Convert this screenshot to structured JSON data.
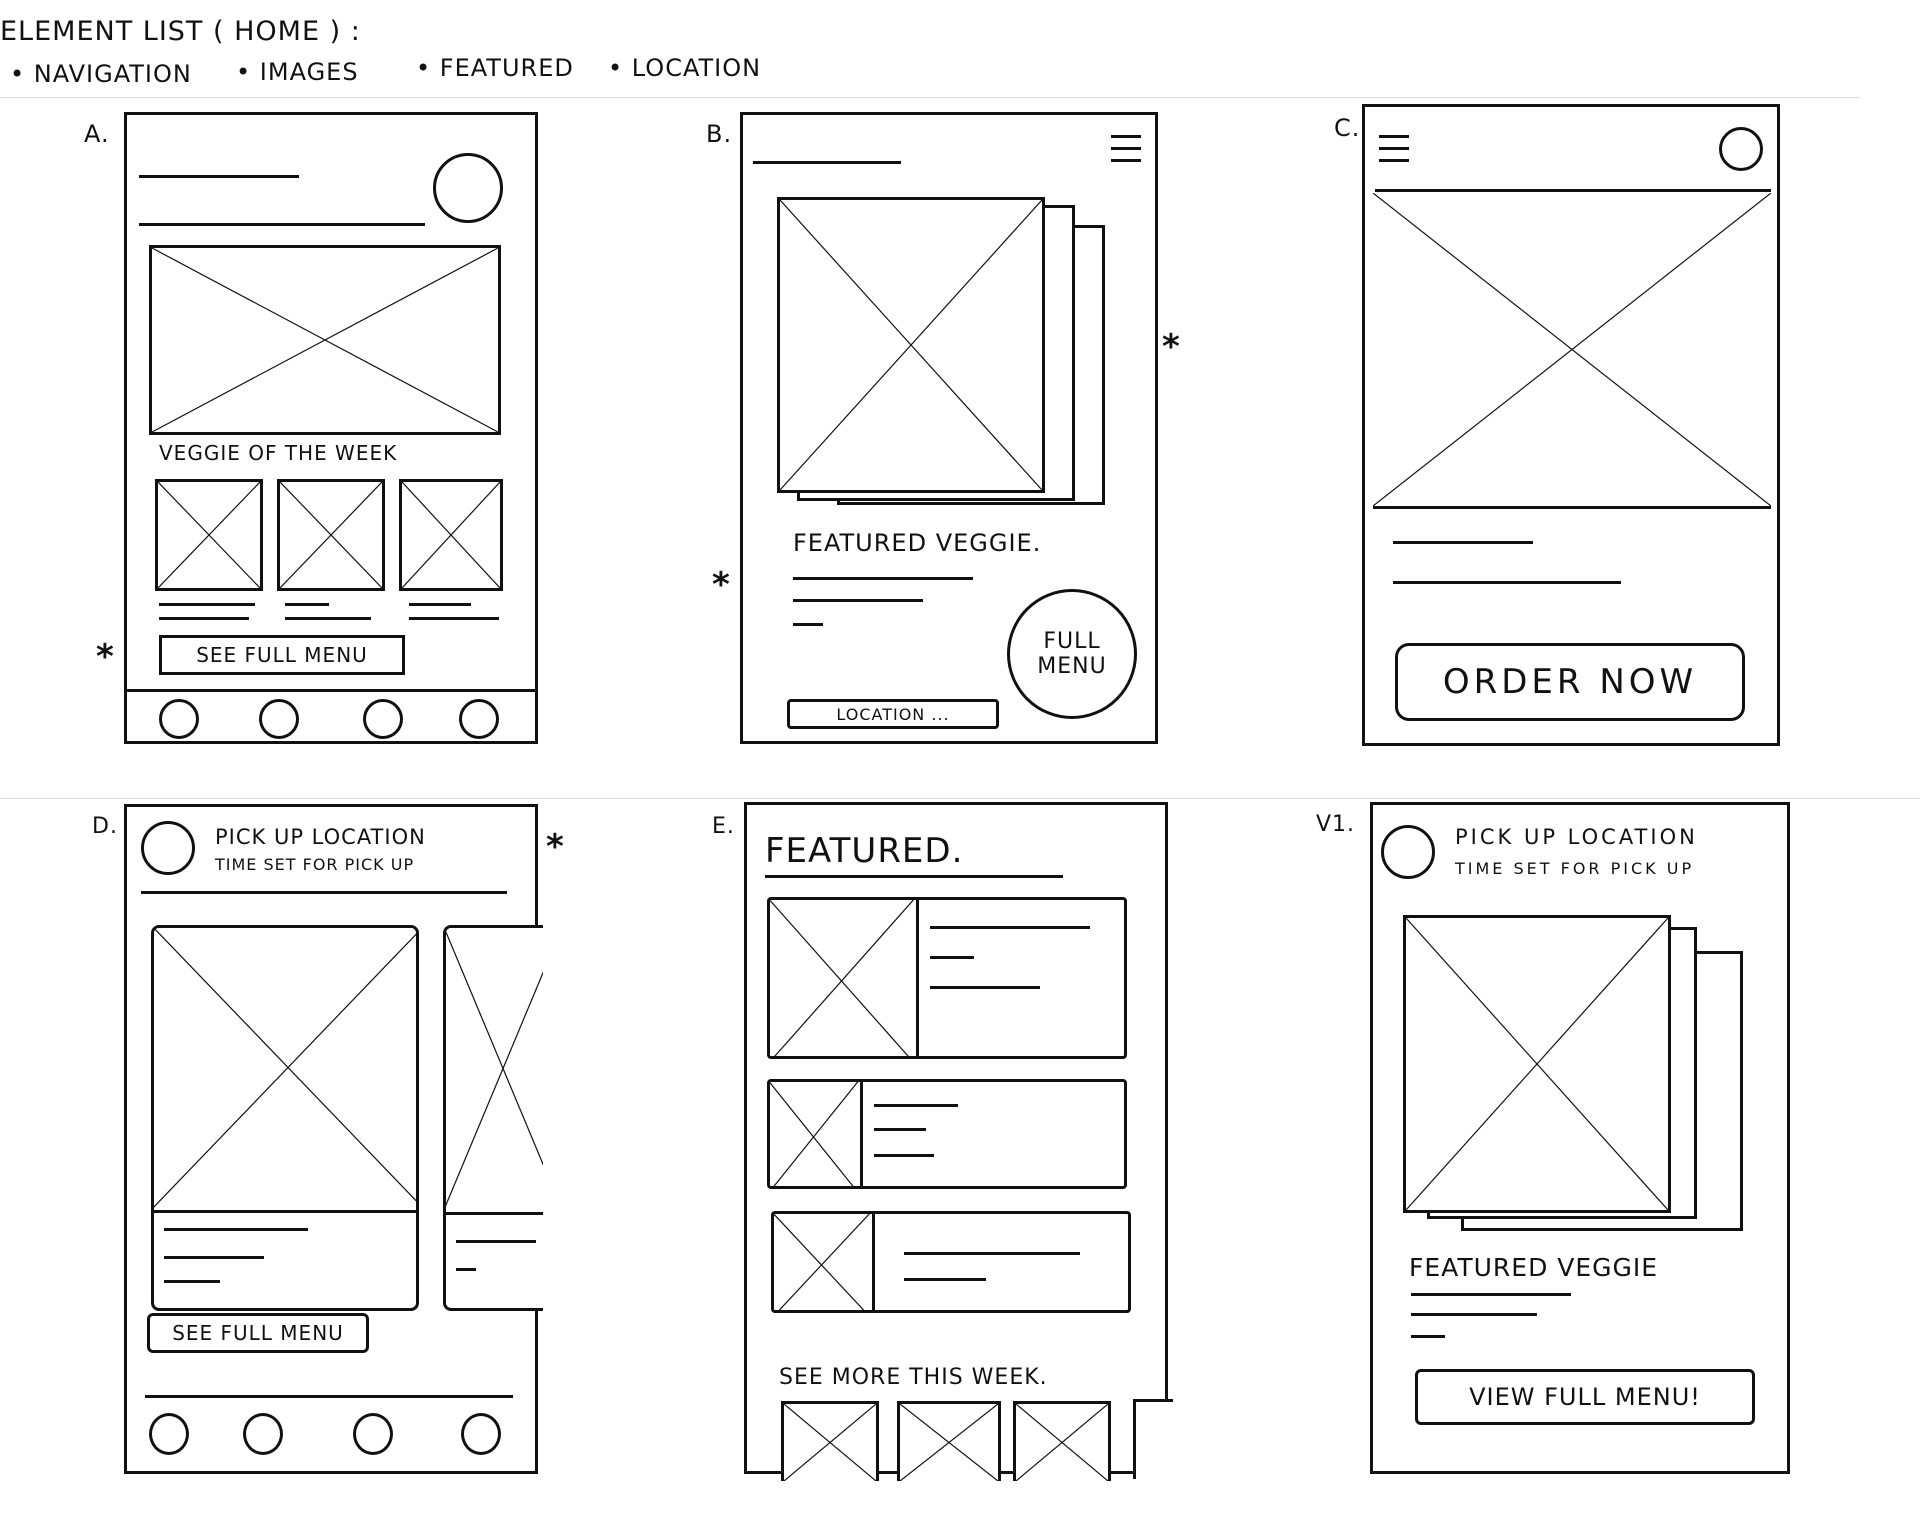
{
  "header": {
    "title": "ELEMENT LIST ( HOME ) :",
    "elements": [
      "• NAVIGATION",
      "• IMAGES",
      "• FEATURED",
      "• LOCATION"
    ]
  },
  "sketches": {
    "a": {
      "label": "A.",
      "caption": "VEGGIE OF THE WEEK",
      "button": "SEE FULL MENU"
    },
    "b": {
      "label": "B.",
      "caption": "FEATURED VEGGIE.",
      "fab": "FULL MENU",
      "location": "LOCATION ..."
    },
    "c": {
      "label": "C.",
      "button": "ORDER NOW"
    },
    "d": {
      "label": "D.",
      "line1": "PICK UP LOCATION",
      "line2": "TIME SET FOR PICK UP",
      "button": "SEE FULL MENU"
    },
    "e": {
      "label": "E.",
      "heading": "FEATURED.",
      "more": "SEE MORE THIS WEEK."
    },
    "v1": {
      "label": "V1.",
      "line1": "PICK UP LOCATION",
      "line2": "TIME SET FOR PICK UP",
      "caption": "FEATURED VEGGIE",
      "button": "VIEW FULL MENU!"
    }
  },
  "marks": {
    "star": "*"
  }
}
